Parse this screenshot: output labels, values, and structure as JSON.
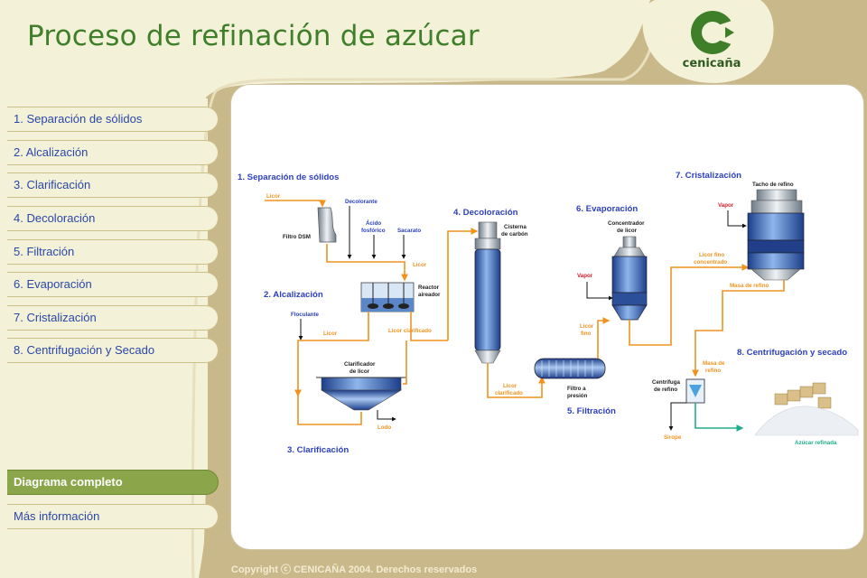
{
  "header": {
    "title": "Proceso de refinación de azúcar",
    "logo_text": "cenicaña"
  },
  "nav": {
    "items": [
      {
        "label": "1. Separación de sólidos"
      },
      {
        "label": "2. Alcalización"
      },
      {
        "label": "3. Clarificación"
      },
      {
        "label": "4. Decoloración"
      },
      {
        "label": "5. Filtración"
      },
      {
        "label": "6. Evaporación"
      },
      {
        "label": "7. Cristalización"
      },
      {
        "label": "8. Centrifugación y Secado"
      }
    ],
    "diagram_label": "Diagrama completo",
    "info_label": "Más información"
  },
  "footer": {
    "copyright": "Copyright  ⓒ CENICAÑA 2004. Derechos reservados"
  },
  "diagram": {
    "stages": {
      "s1": "1. Separación de sólidos",
      "s2": "2. Alcalización",
      "s3": "3. Clarificación",
      "s4": "4. Decoloración",
      "s5": "5. Filtración",
      "s6": "6. Evaporación",
      "s7": "7. Cristalización",
      "s8": "8. Centrifugación y secado"
    },
    "labels": {
      "licor_in": "Licor",
      "filtro_dsm": "Filtro DSM",
      "decolorante": "Decolorante",
      "acido_1": "Ácido",
      "acido_2": "fosfórico",
      "sacarato": "Sacarato",
      "licor_2": "Licor",
      "reactor_1": "Reactor",
      "reactor_2": "aireador",
      "floculante": "Floculante",
      "licor_3": "Licor",
      "licor_clarificado": "Licor clarificado",
      "clarificador_1": "Clarificador",
      "clarificador_2": "de licor",
      "lodo": "Lodo",
      "cisterna_1": "Cisterna",
      "cisterna_2": "de carbón",
      "licor_clar2_1": "Licor",
      "licor_clar2_2": "clarificado",
      "filtro_presion_1": "Filtro a",
      "filtro_presion_2": "presión",
      "vapor_1": "Vapor",
      "concentrador_1": "Concentrador",
      "concentrador_2": "de licor",
      "licor_fino_1": "Licor",
      "licor_fino_2": "fino",
      "licor_fino_conc_1": "Licor fino",
      "licor_fino_conc_2": "concentrado",
      "tacho": "Tacho de refino",
      "vapor_2": "Vapor",
      "masa_refino": "Masa de refino",
      "masa_refino2_1": "Masa de",
      "masa_refino2_2": "refino",
      "centrifuga_1": "Centrífuga",
      "centrifuga_2": "de refino",
      "sirope": "Sirope",
      "azucar": "Azúcar refinada"
    }
  },
  "colors": {
    "background": "#c9b88a",
    "title_green": "#3f7f2a",
    "nav_text": "#2a47a8",
    "stage_blue": "#2b3fbf",
    "pipe_orange": "#f0931e",
    "vapor_red": "#d0202a",
    "sugar_teal": "#1fae8c"
  }
}
